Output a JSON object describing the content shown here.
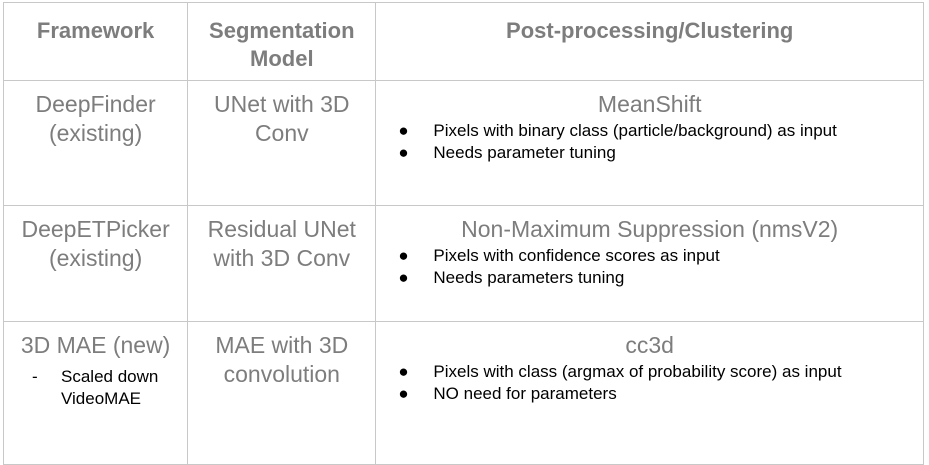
{
  "headers": {
    "framework": "Framework",
    "segmentation_model": "Segmentation Model",
    "post_processing": "Post-processing/Clustering"
  },
  "rows": [
    {
      "framework": "DeepFinder (existing)",
      "model": "UNet with 3D Conv",
      "method": "MeanShift",
      "bullets": [
        "Pixels with binary class (particle/background) as input",
        "Needs parameter tuning"
      ]
    },
    {
      "framework": "DeepETPicker (existing)",
      "model": "Residual UNet with 3D Conv",
      "method": "Non-Maximum Suppression (nmsV2)",
      "bullets": [
        "Pixels with confidence scores as input",
        "Needs parameters tuning"
      ]
    },
    {
      "framework": "3D MAE (new)",
      "framework_note": "Scaled down VideoMAE",
      "model": "MAE with 3D convolution",
      "method": "cc3d",
      "bullets": [
        "Pixels with class (argmax of probability score) as input",
        "NO need for parameters"
      ]
    }
  ],
  "symbols": {
    "bullet": "●",
    "dash": "-"
  }
}
